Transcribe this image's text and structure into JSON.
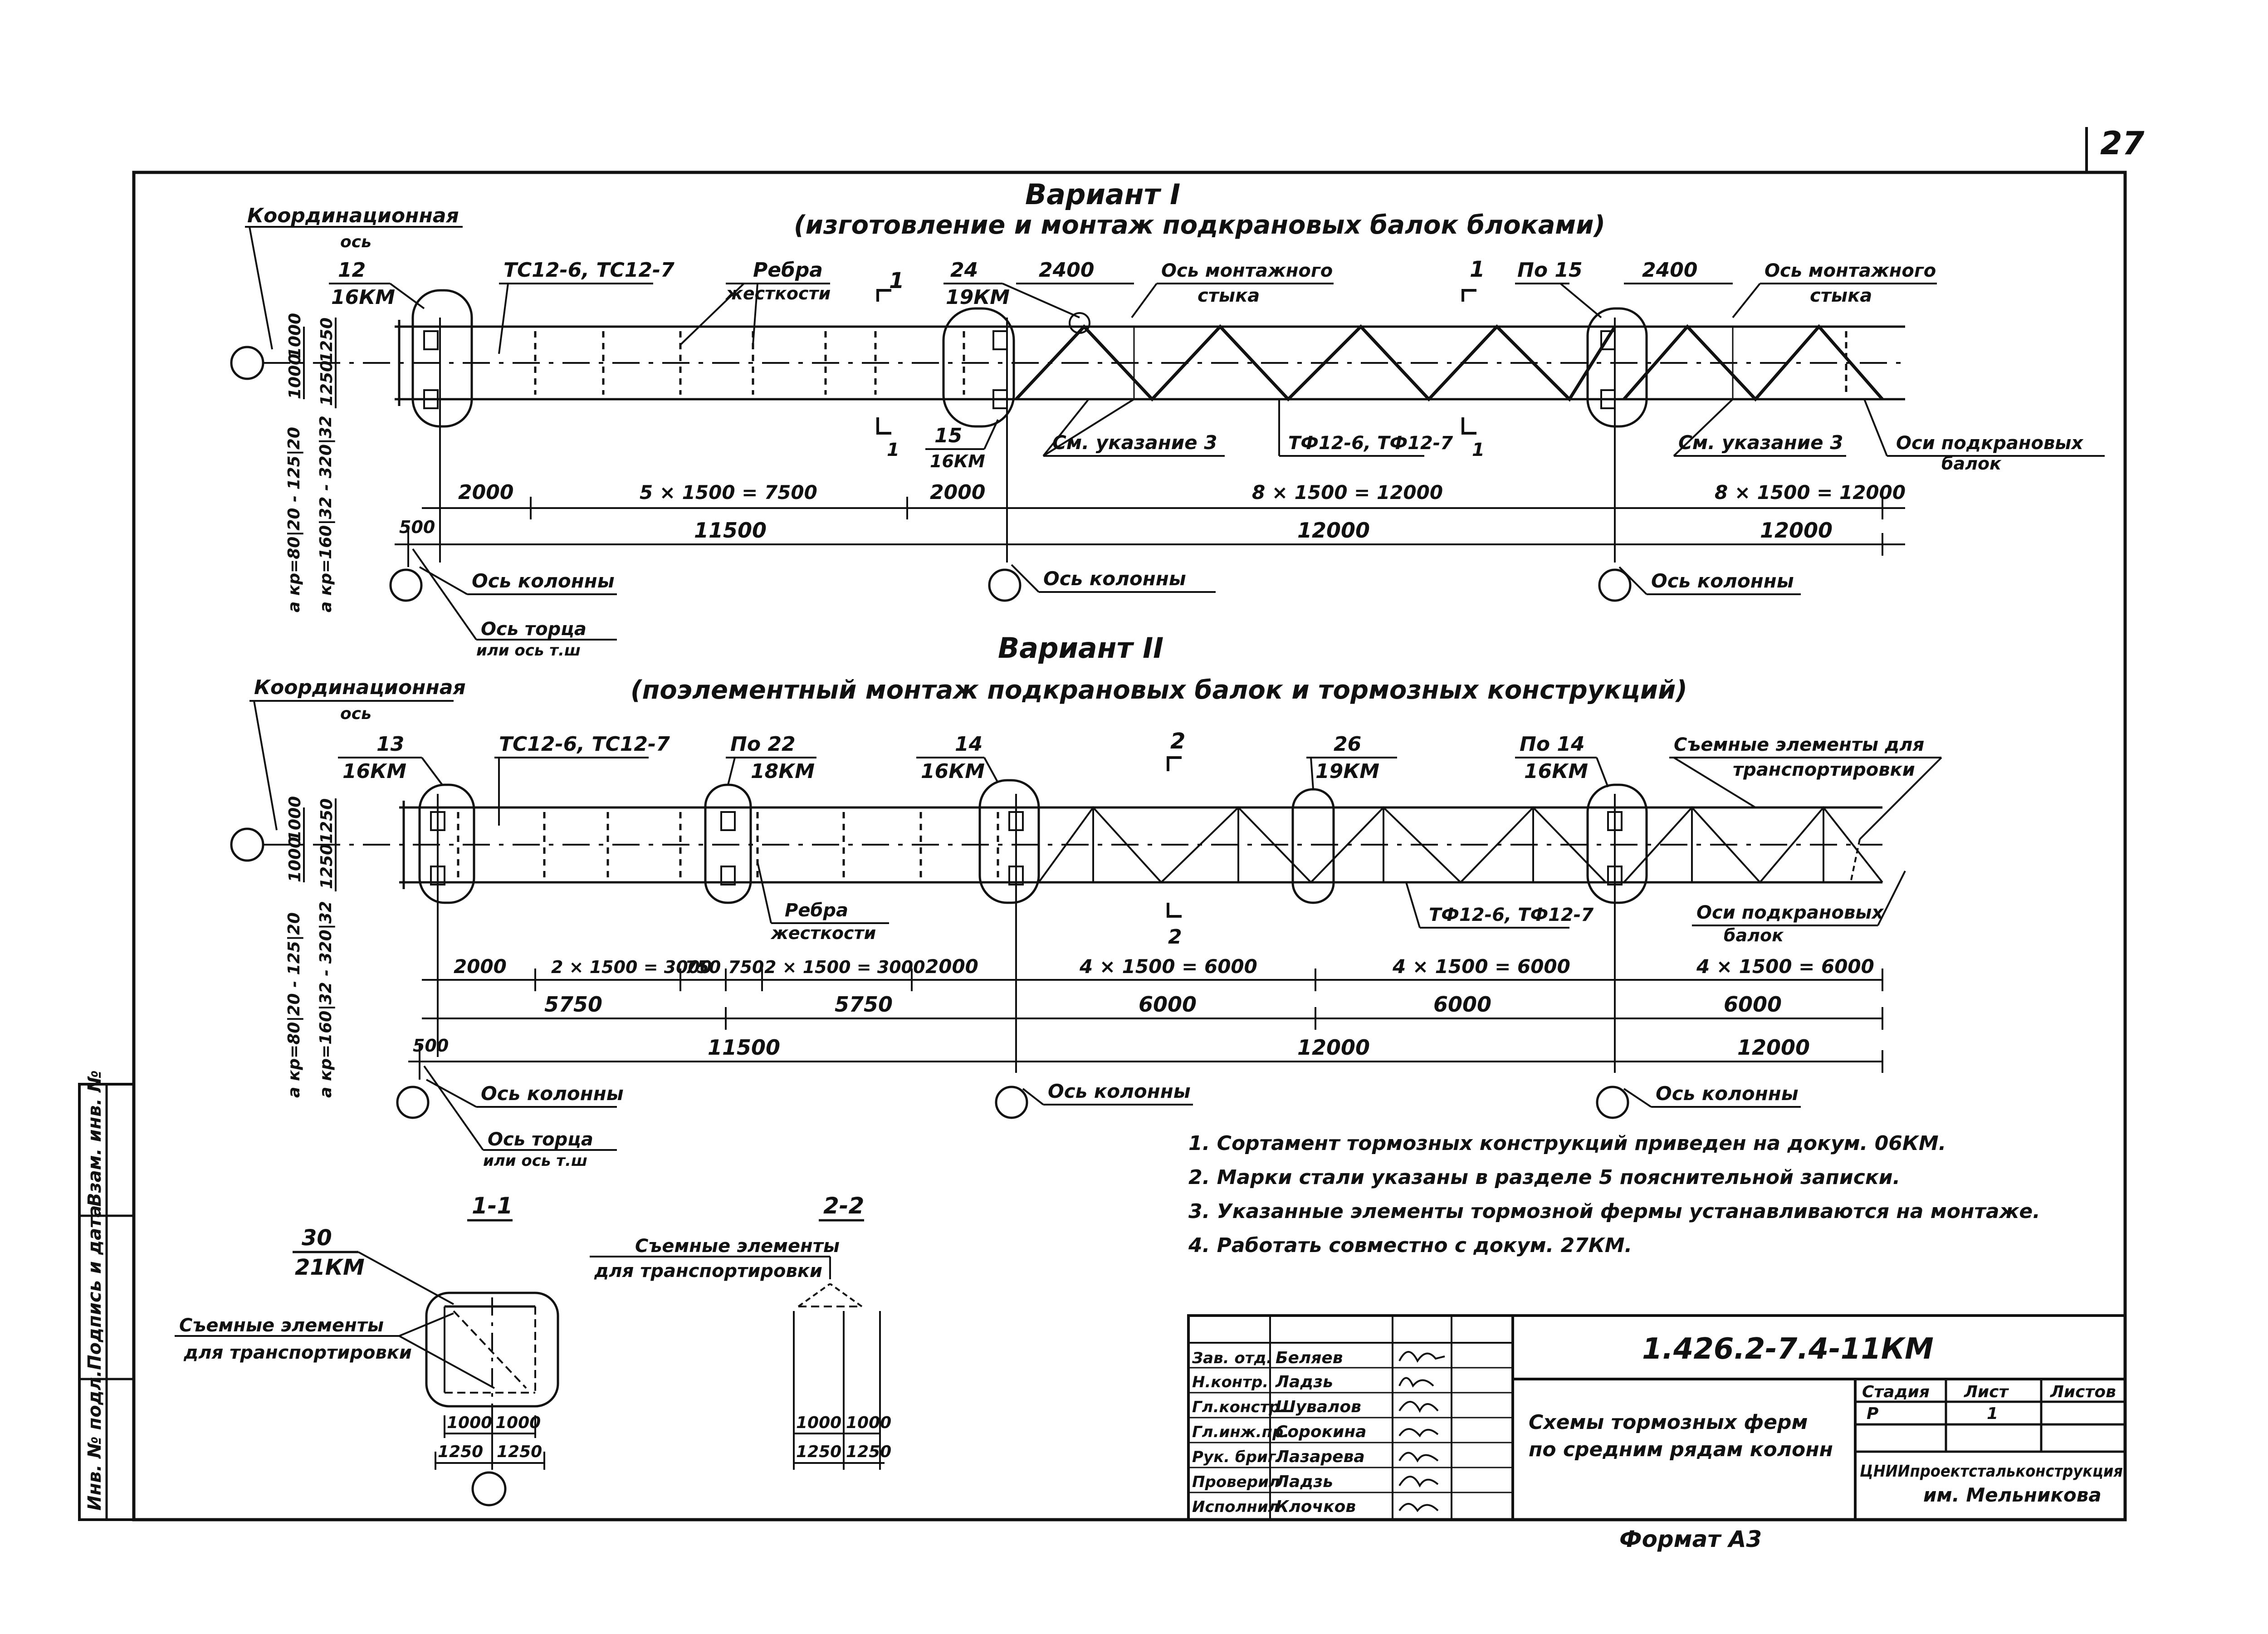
{
  "sheet_number": "27",
  "variant1": {
    "title": "Вариант I",
    "subtitle": "(изготовление и монтаж подкрановых балок блоками)",
    "coord_axis": "Координационная",
    "coord_axis_sub": "ось",
    "mark_left_num": "12",
    "mark_left_km": "16КМ",
    "tc": "ТС12-6, ТС12-7",
    "ribs": "Ребра",
    "ribs_sub": "жесткости",
    "cut1_top": "1",
    "mark_mid_num": "24",
    "mark_mid_km": "19КМ",
    "dim2400_a": "2400",
    "mont_axis_a": "Ось монтажного",
    "mont_axis_a_sub": "стыка",
    "cut1_top_b": "1",
    "po15": "По 15",
    "dim2400_b": "2400",
    "mont_axis_b": "Ось монтажного",
    "mont_axis_b_sub": "стыка",
    "mark_low_num": "15",
    "mark_low_km": "16КМ",
    "cut1_bot": "1",
    "cut1_bot_b": "1",
    "sm3_a": "См. указание 3",
    "tf": "ТФ12-6, ТФ12-7",
    "sm3_b": "См. указание 3",
    "beam_axes": "Оси подкрановых",
    "beam_axes_sub": "балок",
    "side_dims": [
      "1000",
      "1000",
      "1250",
      "1250"
    ],
    "akr_1": "а кр=80|20 - 125|20",
    "akr_2": "а кр=160|32 - 320|32",
    "dims_row1": [
      "2000",
      "5 × 1500 = 7500",
      "2000",
      "8 × 1500 = 12000",
      "8 × 1500 = 12000"
    ],
    "dims_row2": [
      "11500",
      "12000",
      "12000"
    ],
    "dim500": "500",
    "col_axis": "Ось колонны",
    "end_axis": "Ось торца",
    "end_axis_sub": "или ось т.ш"
  },
  "variant2": {
    "title": "Вариант II",
    "subtitle": "(поэлементный монтаж подкрановых балок и тормозных конструкций)",
    "coord_axis": "Координационная",
    "coord_axis_sub": "ось",
    "m13": "13",
    "m13_km": "16КМ",
    "tc": "ТС12-6, ТС12-7",
    "po22": "По 22",
    "po22_km": "18КМ",
    "m14": "14",
    "m14_km": "16КМ",
    "cut2_top": "2",
    "m26": "26",
    "m26_km": "19КМ",
    "po14": "По 14",
    "po14_km": "16КМ",
    "removable": "Съемные элементы для",
    "removable_sub": "транспортировки",
    "ribs": "Ребра",
    "ribs_sub": "жесткости",
    "cut2_bot": "2",
    "tf": "ТФ12-6, ТФ12-7",
    "beam_axes": "Оси подкрановых",
    "beam_axes_sub": "балок",
    "side_dims": [
      "1000",
      "1000",
      "1250",
      "1250"
    ],
    "akr_1": "а кр=80|20 - 125|20",
    "akr_2": "а кр=160|32 - 320|32",
    "dims_row1": [
      "2000",
      "2 × 1500 = 3000",
      "750",
      "750",
      "2 × 1500 = 3000",
      "2000",
      "4 × 1500 = 6000",
      "4 × 1500 = 6000",
      "4 × 1500 = 6000"
    ],
    "dims_row2": [
      "5750",
      "5750",
      "6000",
      "6000",
      "6000"
    ],
    "dims_row3": [
      "11500",
      "12000",
      "12000"
    ],
    "dim500": "500",
    "col_axis": "Ось колонны",
    "end_axis": "Ось торца",
    "end_axis_sub": "или ось т.ш"
  },
  "notes": [
    "1. Сортамент тормозных конструкций приведен на докум. 06КМ.",
    "2. Марки стали указаны в разделе 5 пояснительной записки.",
    "3. Указанные элементы тормозной фермы устанавливаются на монтаже.",
    "4. Работать совместно с докум. 27КМ."
  ],
  "section11": {
    "title": "1-1",
    "mark_num": "30",
    "mark_km": "21КМ",
    "removable": "Съемные элементы",
    "removable_sub": "для транспортировки",
    "dims_top": [
      "1000",
      "1000"
    ],
    "dims_bot": [
      "1250",
      "1250"
    ]
  },
  "section22": {
    "title": "2-2",
    "removable": "Съемные элементы",
    "removable_sub": "для транспортировки",
    "dims_top": [
      "1000",
      "1000"
    ],
    "dims_bot": [
      "1250",
      "1250"
    ]
  },
  "side_stamp": [
    "Взам. инв. №",
    "Подпись и дата",
    "Инв. № подл."
  ],
  "title_block": {
    "doc_code": "1.426.2-7.4-11КМ",
    "roles": [
      "Зав. отд.",
      "Н.контр.",
      "Гл.констр.",
      "Гл.инж.пр.",
      "Рук. бриг.",
      "Проверил",
      "Исполнил"
    ],
    "names": [
      "Беляев",
      "Ладзь",
      "Шувалов",
      "Сорокина",
      "Лазарева",
      "Ладзь",
      "Клочков"
    ],
    "title_1": "Схемы тормозных ферм",
    "title_2": "по средним рядам колонн",
    "stage_label": "Стадия",
    "sheet_label": "Лист",
    "sheets_label": "Листов",
    "stage": "Р",
    "sheet": "1",
    "sheets": "",
    "org_1": "ЦНИИпроектстальконструкция",
    "org_2": "им. Мельникова"
  },
  "format": "Формат А3"
}
